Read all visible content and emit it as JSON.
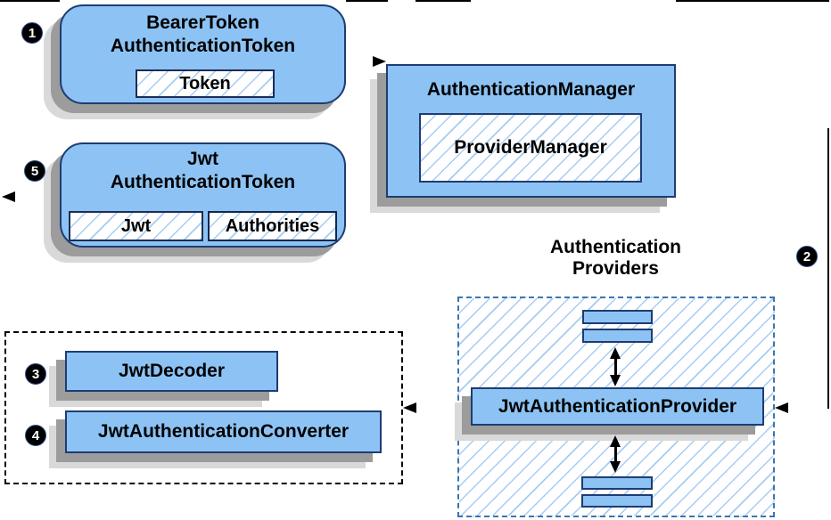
{
  "diagram": {
    "nodes": {
      "bearer_token": {
        "line1": "BearerToken",
        "line2": "AuthenticationToken",
        "token_field": "Token"
      },
      "authentication_manager": {
        "title": "AuthenticationManager",
        "provider_manager": "ProviderManager"
      },
      "jwt_authentication_token": {
        "line1": "Jwt",
        "line2": "AuthenticationToken",
        "jwt_field": "Jwt",
        "authorities_field": "Authorities"
      },
      "authentication_providers": {
        "label_line1": "Authentication",
        "label_line2": "Providers",
        "jwt_authentication_provider": "JwtAuthenticationProvider"
      },
      "converters": {
        "jwt_decoder": "JwtDecoder",
        "jwt_authentication_converter": "JwtAuthenticationConverter"
      }
    },
    "step_badges": [
      "1",
      "2",
      "3",
      "4",
      "5"
    ],
    "colors": {
      "box_fill": "#8dc3f4",
      "box_border": "#1e3c72",
      "hatch_line": "#a6ccf3",
      "providers_dashed_border": "#3d74b3",
      "decoders_dashed_border": "#000000",
      "shadow_dark": "#9c9c9c",
      "shadow_light": "#d9d9d9",
      "connector": "#000000",
      "badge_background": "#000000",
      "badge_text": "#ffffff"
    }
  }
}
